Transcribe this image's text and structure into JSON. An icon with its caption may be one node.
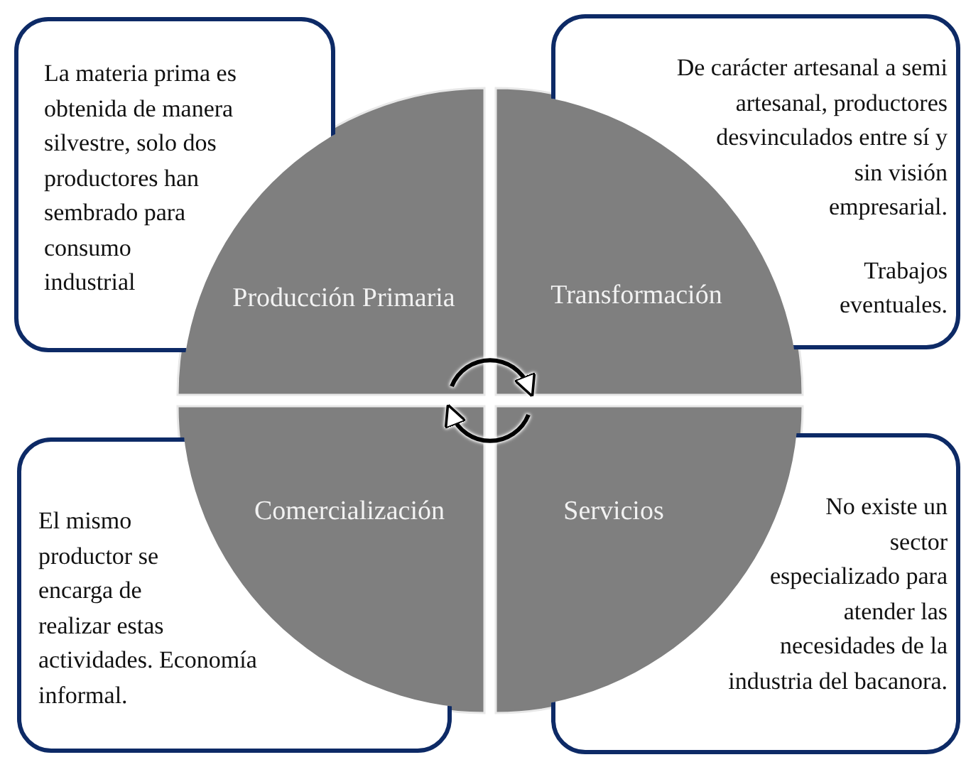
{
  "diagram": {
    "nodes": [
      {
        "text": [
          "La materia prima es obtenida de manera silvestre, solo dos productores han sembrado para consumo industrial"
        ]
      },
      {
        "text": [
          "Producción Primaria"
        ]
      },
      {
        "text": [
          "Transformación"
        ]
      },
      {
        "text": [
          "De carácter artesanal a semi artesanal, productores desvinculados entre sí y sin visión empresarial.",
          "Trabajos eventuales."
        ]
      },
      {
        "text": [
          "El mismo productor se encarga de realizar estas actividades. Economía informal."
        ]
      },
      {
        "text": [
          "Comercialización"
        ]
      },
      {
        "text": [
          "Servicios"
        ]
      },
      {
        "text": [
          "No existe un sector especializado para atender las necesidades de la industria del bacanora."
        ]
      }
    ],
    "edges": [
      {
        "from": 1,
        "to": 2,
        "arrow": "to"
      },
      {
        "from": 6,
        "to": 5,
        "arrow": "to"
      }
    ]
  }
}
